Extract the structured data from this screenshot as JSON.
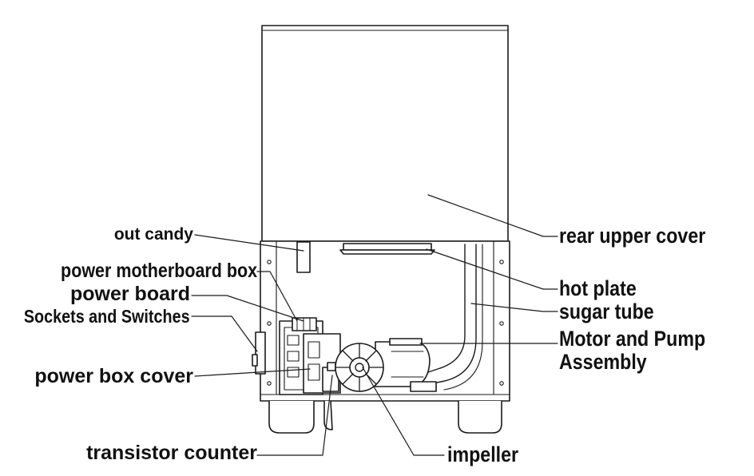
{
  "diagram": {
    "labels": {
      "out_candy": "out candy",
      "power_motherboard_box": "power motherboard box",
      "power_board": "power board",
      "sockets_and_switches": "Sockets and Switches",
      "power_box_cover": "power box cover",
      "transistor_counter": "transistor counter",
      "rear_upper_cover": "rear upper cover",
      "hot_plate": "hot plate",
      "sugar_tube": "sugar tube",
      "motor_and_pump_line1": "Motor and Pump",
      "motor_and_pump_line2": "Assembly",
      "impeller": "impeller"
    },
    "line_color": "#1a1a1a",
    "text_color": "#111111"
  }
}
